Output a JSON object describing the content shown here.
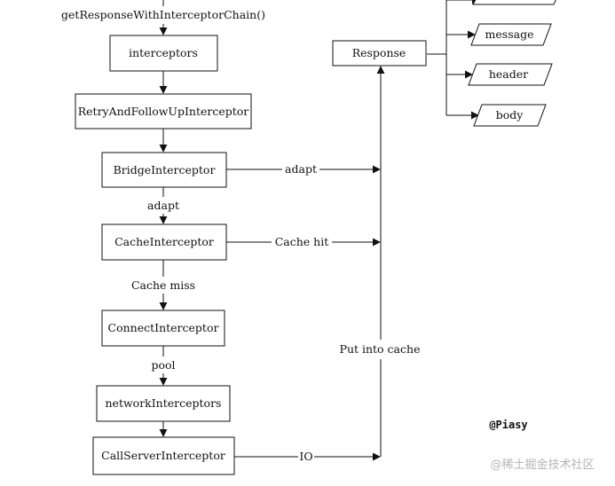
{
  "diagram": {
    "entry_label": "getResponseWithInterceptorChain()",
    "interceptors": "interceptors",
    "retry": "RetryAndFollowUpInterceptor",
    "bridge": "BridgeInterceptor",
    "cache": "CacheInterceptor",
    "connect": "ConnectInterceptor",
    "network": "networkInterceptors",
    "callserver": "CallServerInterceptor",
    "response": "Response",
    "response_fields": {
      "message": "message",
      "header": "header",
      "body": "body"
    },
    "edges": {
      "bridge_to_cache": "adapt",
      "bridge_to_response": "adapt",
      "cache_to_connect": "Cache miss",
      "cache_to_response": "Cache hit",
      "connect_to_network": "pool",
      "callserver_to_response": "IO",
      "into_cache": "Put into cache"
    },
    "author": "@Piasy",
    "watermark": "@稀土掘金技术社区"
  }
}
